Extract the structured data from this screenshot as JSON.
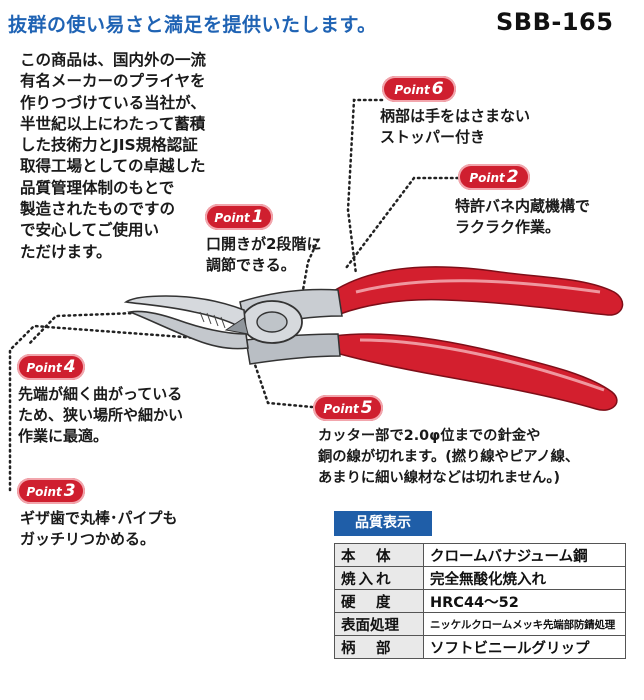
{
  "headline": "抜群の使い易さと満足を提供いたします。",
  "model": "SBB-165",
  "intro_lines": [
    "この商品は、国内外の一流",
    "有名メーカーのプライヤを",
    "作りつづけている当社が、",
    "半世紀以上にわたって蓄積",
    "した技術力とJIS規格認証",
    "取得工場としての卓越した",
    "品質管理体制のもとで",
    "製造されたものですの",
    "で安心してご使用い",
    "ただけます。"
  ],
  "points": [
    {
      "word": "Point",
      "num": "1",
      "lines": [
        "口開きが2段階に",
        "調節できる。"
      ]
    },
    {
      "word": "Point",
      "num": "2",
      "lines": [
        "特許バネ内蔵機構で",
        "ラクラク作業。"
      ]
    },
    {
      "word": "Point",
      "num": "3",
      "lines": [
        "ギザ歯で丸棒･パイプも",
        "ガッチリつかめる。"
      ]
    },
    {
      "word": "Point",
      "num": "4",
      "lines": [
        "先端が細く曲がっている",
        "ため、狭い場所や細かい",
        "作業に最適。"
      ]
    },
    {
      "word": "Point",
      "num": "5",
      "lines": [
        "カッター部で2.0φ位までの針金や",
        "銅の線が切れます。(撚り線やピアノ線、",
        "あまりに細い線材などは切れません。)"
      ]
    },
    {
      "word": "Point",
      "num": "6",
      "lines": [
        "柄部は手をはさまない",
        "ストッパー付き"
      ]
    }
  ],
  "spec": {
    "title": "品質表示",
    "rows": [
      {
        "key": "本　体",
        "value": "クロームバナジューム鋼"
      },
      {
        "key": "焼入れ",
        "value": "完全無酸化焼入れ"
      },
      {
        "key": "硬　度",
        "value": "HRC44〜52"
      },
      {
        "key": "表面処理",
        "value": "ニッケルクロームメッキ先端部防錆処理"
      },
      {
        "key": "柄　部",
        "value": "ソフトビニールグリップ"
      }
    ]
  },
  "colors": {
    "accent_blue": "#1f63b4",
    "badge_red": "#cf1f2f",
    "grip_red": "#d31f2e",
    "steel": "#c9cdd2"
  },
  "icons": [
    "pliers-illustration"
  ]
}
